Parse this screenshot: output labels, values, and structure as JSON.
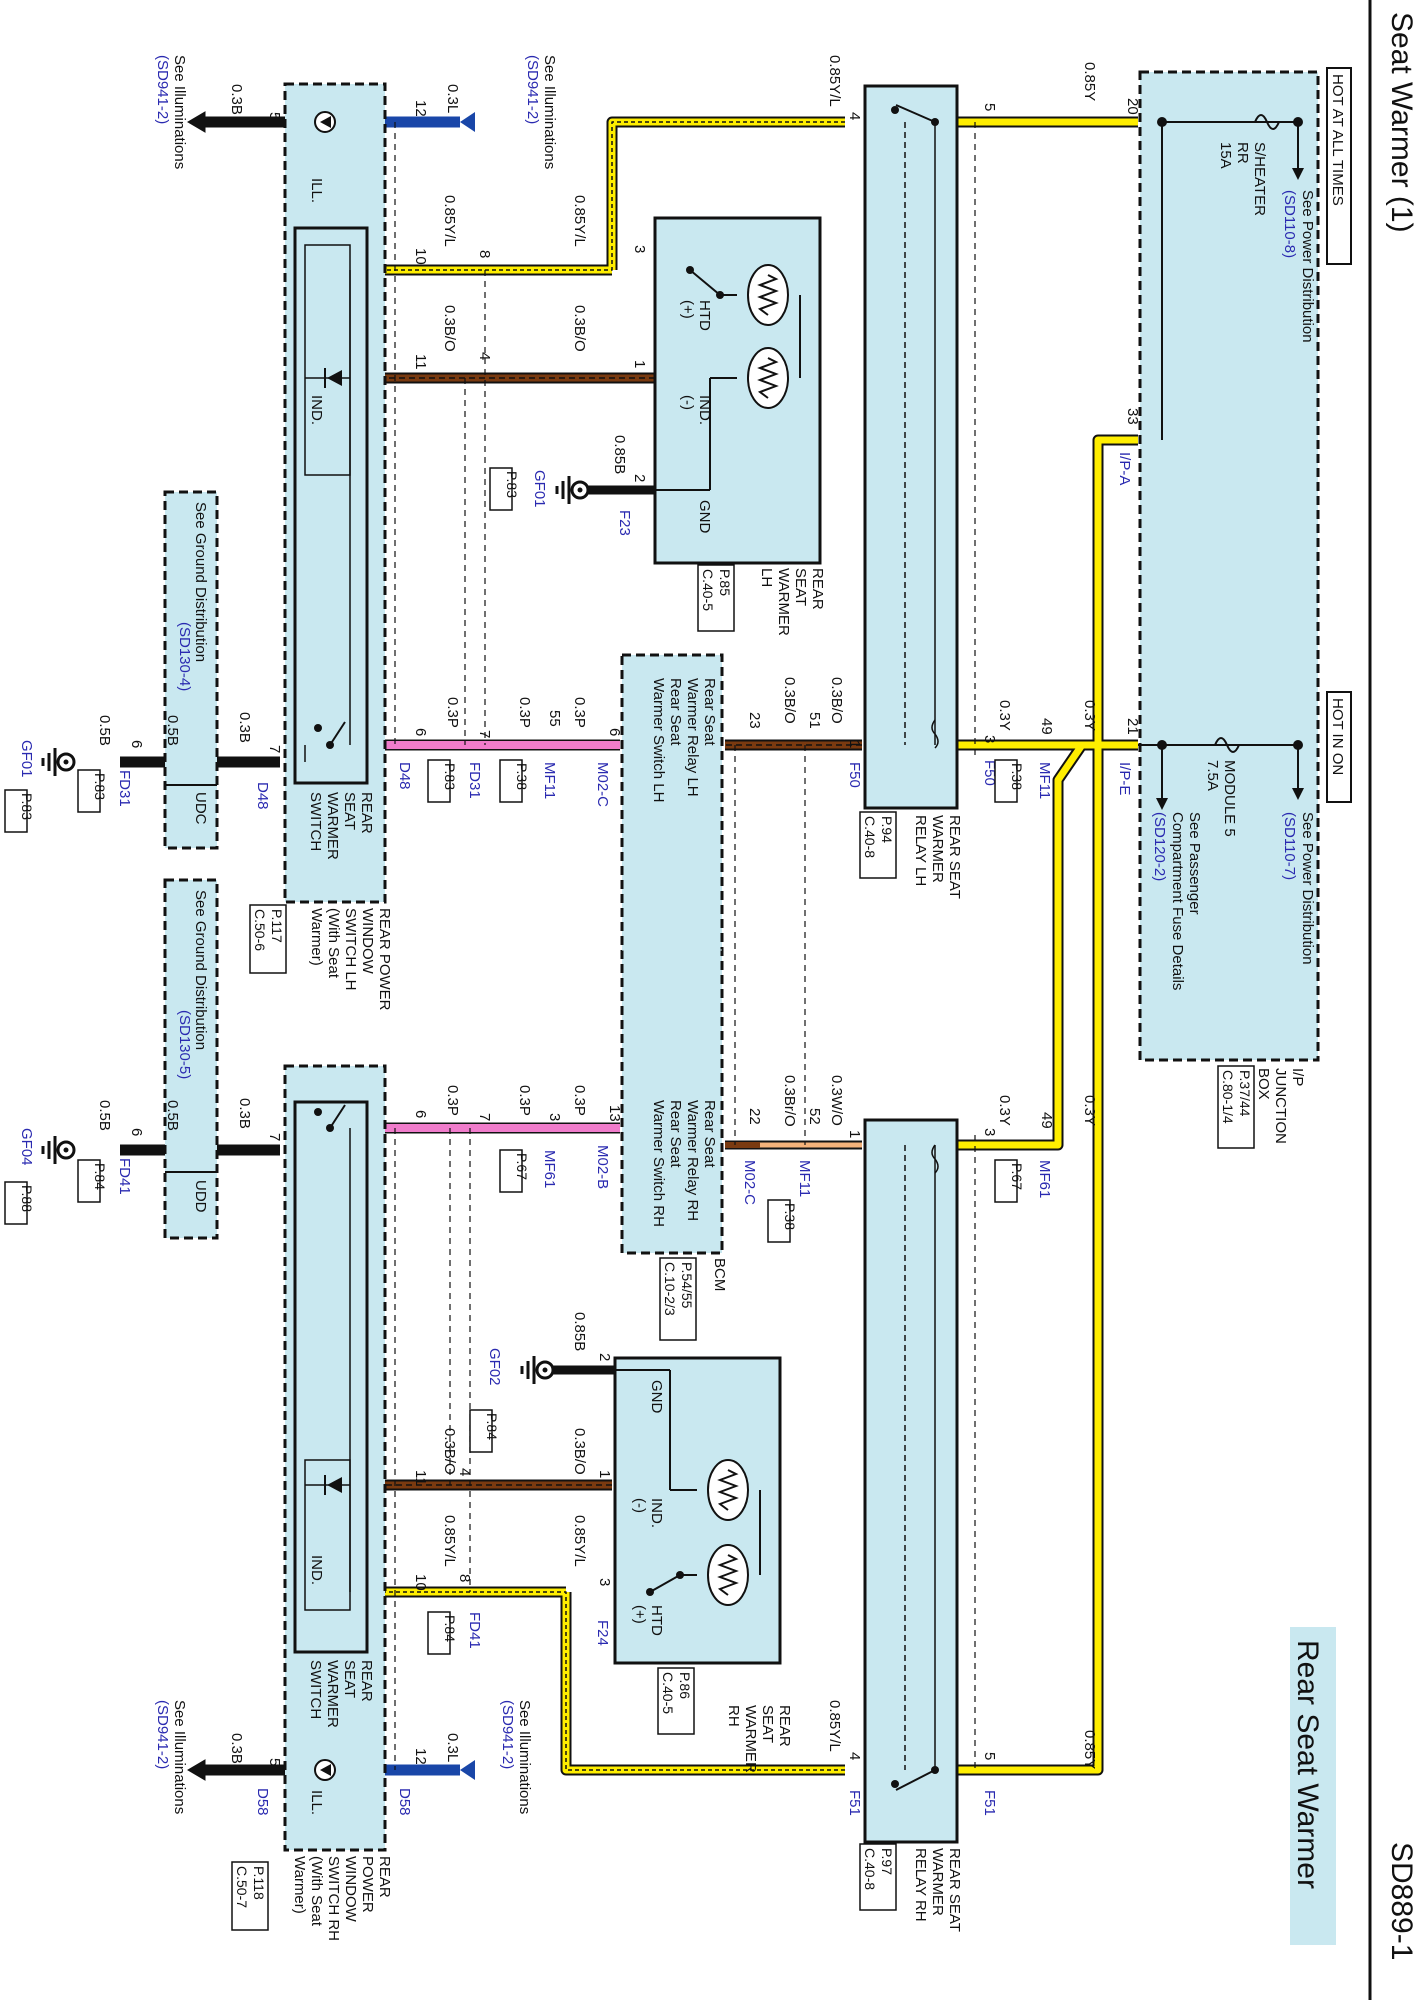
{
  "header": {
    "title": "Seat Warmer (1)",
    "page_code": "SD889-1",
    "section": "Rear Seat Warmer",
    "banner_always": "HOT AT ALL TIMES",
    "banner_on": "HOT IN ON"
  },
  "junction_box": {
    "name_lines": [
      "I/P",
      "JUNCTION",
      "BOX"
    ],
    "ref_lines": [
      "P.37/44",
      "C.80-1/4"
    ],
    "fuse_a": {
      "lines": [
        "S/HEATER",
        "RR",
        "15A"
      ],
      "see": "See Power Distribution",
      "see_ref": "(SD110-8)",
      "pin_in": "20",
      "pin_out": "33",
      "connector": "I/P-A"
    },
    "fuse_e": {
      "lines": [
        "MODULE 5",
        "7.5A"
      ],
      "see": "See Power Distribution",
      "see_ref": "(SD110-7)",
      "pin": "21",
      "connector": "I/P-E",
      "note_lines": [
        "See Passenger",
        "Compartment Fuse Details"
      ],
      "note_ref": "(SD120-2)"
    }
  },
  "relays": {
    "lh": {
      "name_lines": [
        "REAR SEAT",
        "WARMER",
        "RELAY LH"
      ],
      "ref_lines": [
        "P.94",
        "C.40-8"
      ],
      "conn": "F50",
      "wires": {
        "pin5": "0.85Y",
        "pin4": "0.85Y/L",
        "pin3": "0.3Y",
        "pin1": "0.3B/O"
      }
    },
    "rh": {
      "name_lines": [
        "REAR SEAT",
        "WARMER",
        "RELAY RH"
      ],
      "ref_lines": [
        "P.97",
        "C.40-8"
      ],
      "conn": "F51",
      "wires": {
        "pin5": "0.85Y",
        "pin4": "0.85Y/L",
        "pin3": "0.3Y",
        "pin1": "0.3W/O"
      }
    }
  },
  "warmers": {
    "lh": {
      "name_lines": [
        "REAR",
        "SEAT",
        "WARMER",
        "LH"
      ],
      "ref_lines": [
        "P.85",
        "C.40-5"
      ],
      "conn": "F23",
      "htd": "HTD",
      "plus": "(+)",
      "ind": "IND.",
      "minus": "(-)",
      "gnd": "GND",
      "ground": "GF01",
      "ground_ref": "P.83",
      "gnd_wire": "0.85B"
    },
    "rh": {
      "name_lines": [
        "REAR",
        "SEAT",
        "WARMER",
        "RH"
      ],
      "ref_lines": [
        "P.86",
        "C.40-5"
      ],
      "conn": "F24",
      "htd": "HTD",
      "plus": "(+)",
      "ind": "IND.",
      "minus": "(-)",
      "gnd": "GND",
      "ground": "GF02",
      "ground_ref": "P.84",
      "gnd_wire": "0.85B"
    }
  },
  "bcm": {
    "name": "BCM",
    "ref_lines": [
      "P.54/55",
      "C.10-2/3"
    ],
    "lh_lines": [
      "Rear Seat",
      "Warmer Relay LH",
      "Rear Seat",
      "Warmer Switch LH"
    ],
    "rh_lines": [
      "Rear Seat",
      "Warmer Relay RH",
      "Rear Seat",
      "Warmer Switch RH"
    ],
    "conn_c": "M02-C",
    "conn_b": "M02-B"
  },
  "switches": {
    "lh": {
      "name_lines": [
        "REAR",
        "SEAT",
        "WARMER",
        "SWITCH"
      ],
      "outer_lines": [
        "REAR POWER",
        "WINDOW",
        "SWITCH LH",
        "(With Seat",
        "Warmer)"
      ],
      "ref_lines": [
        "P.117",
        "C.50-6"
      ],
      "conn": "D48",
      "ill": "ILL.",
      "ind": "IND.",
      "block": "UDC"
    },
    "rh": {
      "name_lines": [
        "REAR",
        "SEAT",
        "WARMER",
        "SWITCH"
      ],
      "outer_lines": [
        "REAR",
        "POWER",
        "WINDOW",
        "SWITCH RH",
        "(With Seat",
        "Warmer)"
      ],
      "ref_lines": [
        "P.118",
        "C.50-7"
      ],
      "conn": "D58",
      "ill": "ILL.",
      "ind": "IND.",
      "block": "UDD"
    }
  },
  "references": {
    "illum": "See Illuminations",
    "illum_ref": "(SD941-2)",
    "ground_dist": "See Ground Distribution",
    "ground_lh_ref": "(SD130-4)",
    "ground_rh_ref": "(SD130-5)"
  },
  "connectors": {
    "mf11": "MF11",
    "mf61": "MF61",
    "fd31": "FD31",
    "fd41": "FD41",
    "p38": "P.38",
    "p67": "P.67",
    "p83": "P.83",
    "p84": "P.84",
    "p88": "P.88",
    "gf01": "GF01",
    "gf04": "GF04"
  },
  "wire_labels": {
    "y085": "0.85Y",
    "yl085": "0.85Y/L",
    "bo03": "0.3B/O",
    "bro03": "0.3Br/O",
    "wo03": "0.3W/O",
    "p03": "0.3P",
    "b03": "0.3B",
    "b05": "0.5B",
    "l03": "0.3L",
    "y03": "0.3Y"
  },
  "pins": [
    "1",
    "2",
    "3",
    "4",
    "5",
    "6",
    "7",
    "8",
    "10",
    "11",
    "12",
    "13",
    "20",
    "21",
    "22",
    "23",
    "33",
    "49",
    "51",
    "52",
    "55"
  ],
  "colors": {
    "component_fill": "#c9e8f0",
    "wire_yellow": "#ffee00",
    "wire_pink": "#f07ccb",
    "wire_blue": "#1946a8",
    "wire_brown": "#7a3a10",
    "wire_black": "#111111",
    "ref_text": "#2a2ab0",
    "section_banner": "#c9e8f0"
  }
}
